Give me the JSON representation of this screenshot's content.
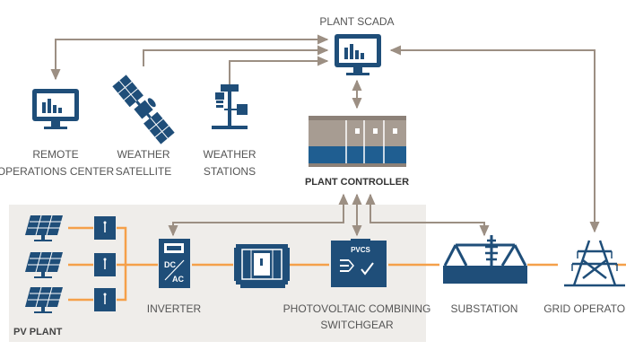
{
  "labels": {
    "plant_scada": "PLANT SCADA",
    "remote_line1": "REMOTE",
    "remote_line2": "OPERATIONS CENTER",
    "satellite_line1": "WEATHER",
    "satellite_line2": "SATELLITE",
    "stations_line1": "WEATHER",
    "stations_line2": "STATIONS",
    "plant_controller": "PLANT CONTROLLER",
    "inverter": "INVERTER",
    "switchgear_line1": "PHOTOVOLTAIC COMBINING",
    "switchgear_line2": "SWITCHGEAR",
    "substation": "SUBSTATION",
    "grid_operator": "GRID OPERATOR",
    "pv_plant": "PV PLANT",
    "pvcs_badge": "PVCS",
    "inverter_dc": "DC",
    "inverter_ac": "AC"
  },
  "colors": {
    "navy": "#1f4e79",
    "blue": "#2b6ca3",
    "orange": "#f5a04a",
    "arrow_gray": "#9c8f83",
    "panel_bg": "#efedea",
    "text": "#555555",
    "controller_body": "#a79c92",
    "controller_band": "#1f5e91"
  },
  "icons": {
    "scada": "monitor-bar-chart-icon",
    "remote": "monitor-bar-chart-icon",
    "satellite": "satellite-icon",
    "stations": "weather-station-icon",
    "controller": "cabinet-icon",
    "panel": "solar-panel-icon",
    "combiner": "combiner-box-icon",
    "inverter": "inverter-icon",
    "transformer": "transformer-icon",
    "switchgear": "switchgear-icon",
    "substation": "substation-icon",
    "grid": "transmission-tower-icon"
  }
}
